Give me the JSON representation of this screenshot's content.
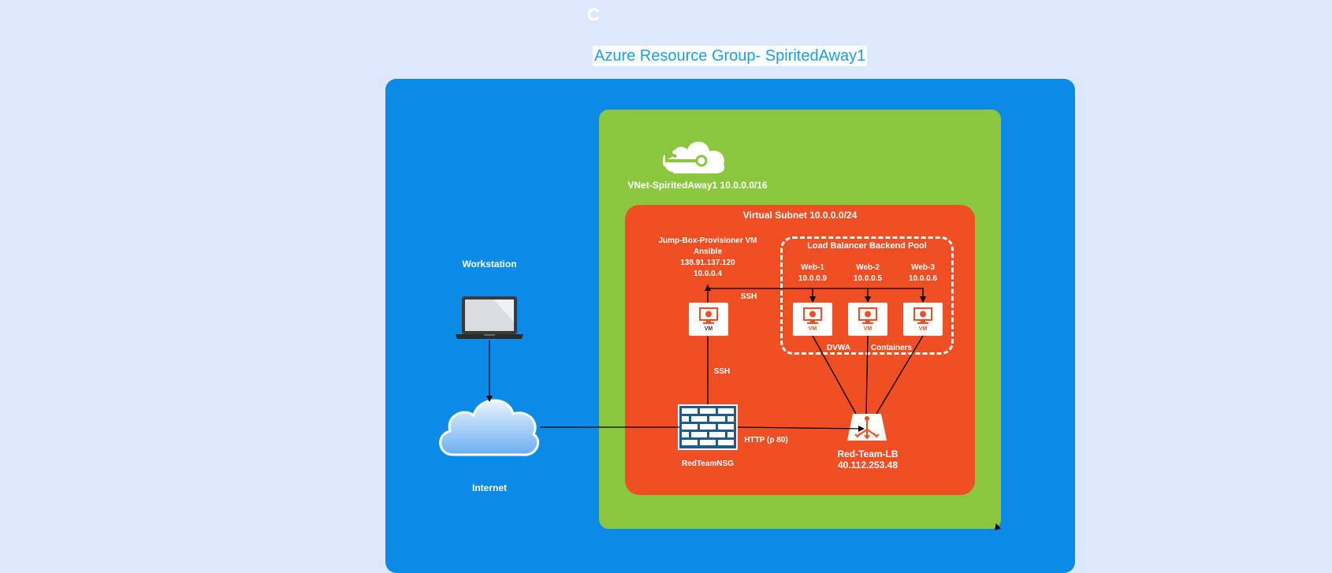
{
  "header": {
    "corner_letter": "C",
    "title": "Azure Resource Group- SpiritedAway1"
  },
  "vnet": {
    "label": "VNet-SpiritedAway1 10.0.0.0/16"
  },
  "subnet": {
    "label": "Virtual Subnet 10.0.0.0/24"
  },
  "pool": {
    "label": "Load Balancer Backend Pool"
  },
  "workstation": {
    "label": "Workstation"
  },
  "internet": {
    "label": "Internet"
  },
  "jumpbox": {
    "line1": "Jump-Box-Provisioner VM",
    "line2": "Ansible",
    "line3": "138.91.137.120",
    "line4": "10.0.0.4",
    "vm_text": "VM"
  },
  "webs": [
    {
      "name": "Web-1",
      "ip": "10.0.0.9",
      "vm_text": "VM"
    },
    {
      "name": "Web-2",
      "ip": "10.0.0.5",
      "vm_text": "VM"
    },
    {
      "name": "Web-3",
      "ip": "10.0.0.6",
      "vm_text": "VM"
    }
  ],
  "labels": {
    "ssh_top": "SSH",
    "ssh_mid": "SSH",
    "dvwa": "DVWA",
    "containers": "Containers",
    "http": "HTTP (p 80)"
  },
  "nsg": {
    "label": "RedTeamNSG"
  },
  "lb": {
    "name": "Red-Team-LB",
    "ip": "40.112.253.48"
  },
  "colors": {
    "background": "#dde8fd",
    "resource_group": "#0a8be8",
    "vnet": "#8bc63f",
    "subnet": "#f04e23",
    "title_text": "#1a9ee6",
    "firewall": "#1c5d8a"
  },
  "icons": [
    "laptop-icon",
    "cloud-icon",
    "azure-vnet-cloud-icon",
    "vm-icon",
    "firewall-icon",
    "load-balancer-icon"
  ]
}
